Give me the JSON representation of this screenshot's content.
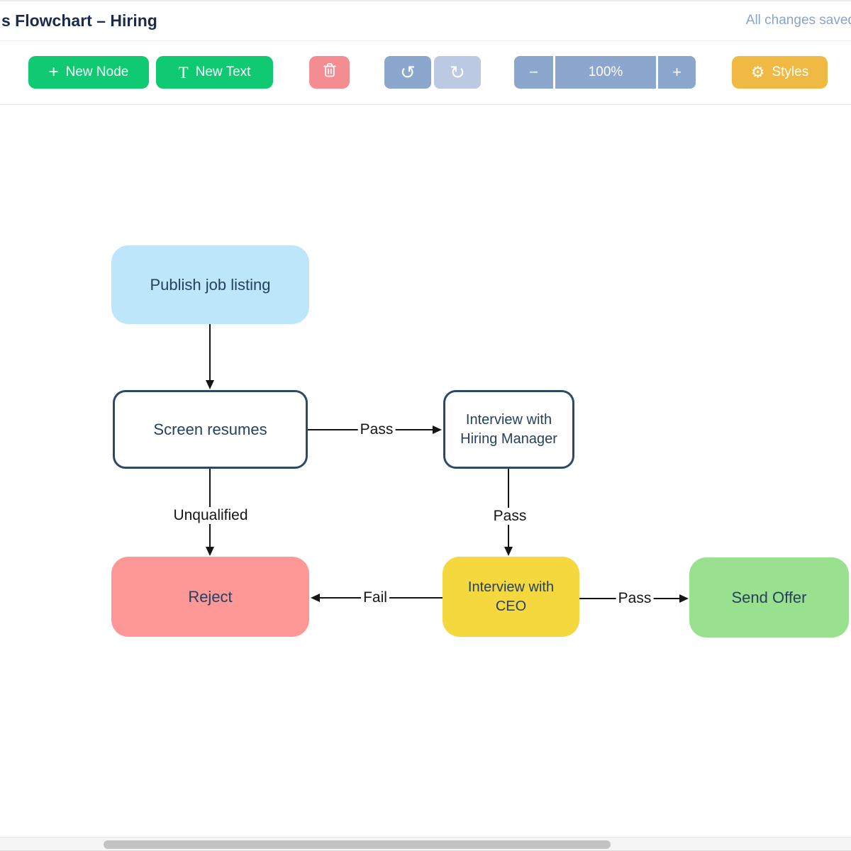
{
  "header": {
    "title": "s Flowchart – Hiring",
    "status": "All changes saved"
  },
  "toolbar": {
    "new_node": {
      "icon": "+",
      "label": "New Node"
    },
    "new_text": {
      "icon": "T",
      "label": "New Text"
    },
    "delete_icon": "trash-icon",
    "undo_icon": "↺",
    "redo_icon": "↻",
    "zoom": {
      "out": "−",
      "level": "100%",
      "in": "+"
    },
    "styles": {
      "icon": "⚙",
      "label": "Styles"
    }
  },
  "colors": {
    "button_green": "#10c973",
    "button_delete_pink": "#f48d92",
    "button_blue_grey": "#8ba7cd",
    "button_blue_grey_disabled": "#bcc9e2",
    "button_styles_amber": "#f0b944",
    "node_light_blue": "#bee6fa",
    "node_outline_navy": "#2c4a68",
    "node_pink": "#fd9896",
    "node_yellow": "#f5d73e",
    "node_green": "#99e08f",
    "node_text_navy": "#24425f",
    "title_navy": "#1b2b4e",
    "status_blue": "#89a4cc",
    "edge_black": "#151515"
  },
  "diagram": {
    "nodes": [
      {
        "id": "publish",
        "lines": [
          "Publish job listing"
        ],
        "fill": "#bee6fa"
      },
      {
        "id": "screen",
        "lines": [
          "Screen resumes"
        ],
        "fill": "#ffffff",
        "stroke": "#2c4a68"
      },
      {
        "id": "interview-hm",
        "lines": [
          "Interview with",
          "Hiring Manager"
        ],
        "fill": "#ffffff",
        "stroke": "#2c4a68"
      },
      {
        "id": "reject",
        "lines": [
          "Reject"
        ],
        "fill": "#fd9896"
      },
      {
        "id": "interview-ceo",
        "lines": [
          "Interview with",
          "CEO"
        ],
        "fill": "#f5d73e"
      },
      {
        "id": "send-offer",
        "lines": [
          "Send Offer"
        ],
        "fill": "#99e08f"
      }
    ],
    "edges": [
      {
        "from": "publish",
        "to": "screen",
        "label": ""
      },
      {
        "from": "screen",
        "to": "interview-hm",
        "label": "Pass"
      },
      {
        "from": "screen",
        "to": "reject",
        "label": "Unqualified"
      },
      {
        "from": "interview-hm",
        "to": "interview-ceo",
        "label": "Pass"
      },
      {
        "from": "interview-ceo",
        "to": "reject",
        "label": "Fail"
      },
      {
        "from": "interview-ceo",
        "to": "send-offer",
        "label": "Pass"
      }
    ]
  }
}
